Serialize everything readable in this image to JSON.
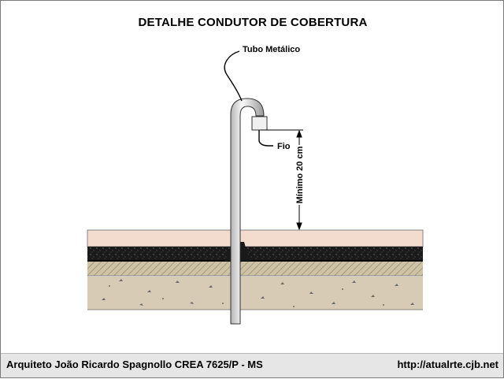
{
  "title": "DETALHE CONDUTOR DE COBERTURA",
  "labels": {
    "pipe": "Tubo Metálico",
    "wire": "Fio",
    "min_height": "Mínimo 20 cm"
  },
  "footer": {
    "author": "Arquiteto João Ricardo Spagnollo CREA 7625/P - MS",
    "url": "http://atualrte.cjb.net"
  },
  "colors": {
    "background": "#ffffff",
    "roof_top_layer": "#f3dccd",
    "waterproofing": "#1a1a1a",
    "mortar": "#cfc3a6",
    "concrete": "#d7cbb5",
    "pipe": "#eeeeee",
    "footer": "#e6e6e6"
  }
}
